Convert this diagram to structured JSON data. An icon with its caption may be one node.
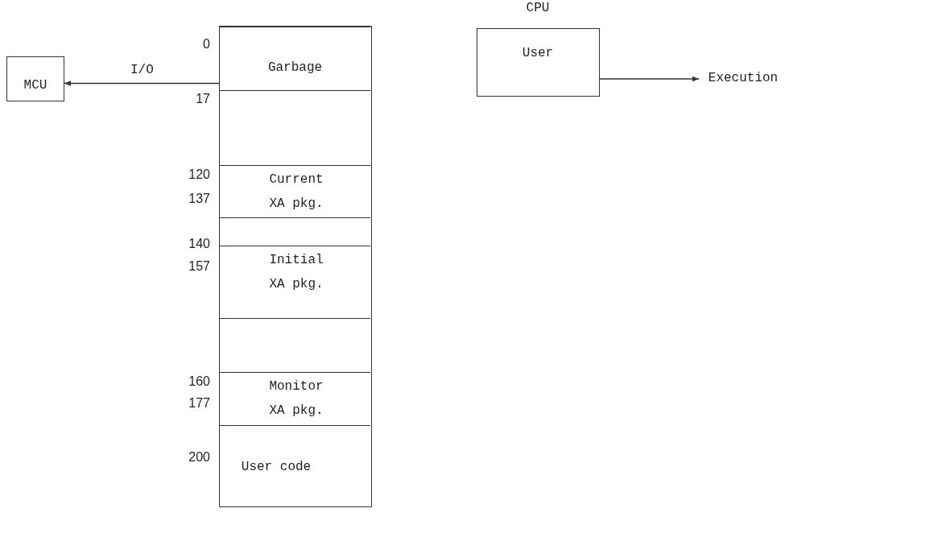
{
  "diagram": {
    "nodes": [
      {
        "text": [
          "MCU"
        ]
      },
      {
        "text": [],
        "shape": "box"
      },
      {
        "text": [
          "Garbage"
        ],
        "in": 1,
        "beside": [
          "0",
          "17"
        ]
      },
      {
        "text": [],
        "shape": "box",
        "in": 1
      },
      {
        "text": [
          "Current XA pkg."
        ],
        "in": 1,
        "beside": [
          "120",
          "137"
        ]
      },
      {
        "text": [],
        "shape": "box",
        "in": 1
      },
      {
        "text": [
          "Initial XA pkg."
        ],
        "in": 1,
        "beside": [
          "140",
          "157"
        ]
      },
      {
        "text": [],
        "shape": "box",
        "in": 1
      },
      {
        "text": [
          "Monitor XA pkg."
        ],
        "in": 1,
        "beside": [
          "160",
          "177"
        ]
      },
      {
        "text": [
          "User code"
        ],
        "in": 1,
        "beside": [
          "200"
        ]
      },
      {
        "text": [
          "CPU",
          "User"
        ]
      },
      {
        "text": [
          "Execution"
        ]
      }
    ],
    "edges": [
      {
        "from": 2,
        "to": 0,
        "arrow": "to",
        "label": "I/O"
      },
      {
        "from": 10,
        "to": 11,
        "arrow": "to"
      }
    ]
  }
}
